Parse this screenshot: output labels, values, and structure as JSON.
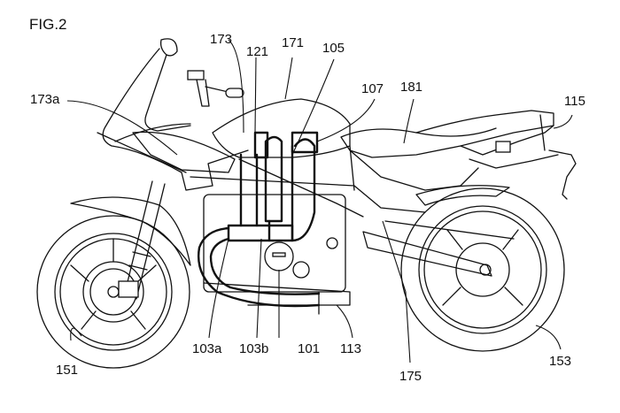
{
  "figure": {
    "title": "FIG.2",
    "subject": "motorcycle side view (patent drawing)"
  },
  "labels": [
    {
      "id": "173",
      "text": "173"
    },
    {
      "id": "121",
      "text": "121"
    },
    {
      "id": "171",
      "text": "171"
    },
    {
      "id": "105",
      "text": "105"
    },
    {
      "id": "107",
      "text": "107"
    },
    {
      "id": "181",
      "text": "181"
    },
    {
      "id": "115",
      "text": "115"
    },
    {
      "id": "173a",
      "text": "173a"
    },
    {
      "id": "151",
      "text": "151"
    },
    {
      "id": "103a",
      "text": "103a"
    },
    {
      "id": "103b",
      "text": "103b"
    },
    {
      "id": "101",
      "text": "101"
    },
    {
      "id": "113",
      "text": "113"
    },
    {
      "id": "175",
      "text": "175"
    },
    {
      "id": "153",
      "text": "153"
    }
  ]
}
